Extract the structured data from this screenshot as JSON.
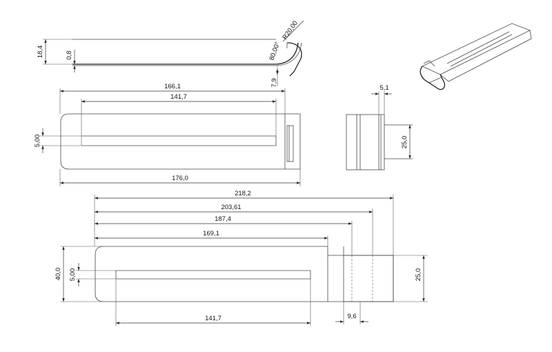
{
  "side_view": {
    "dim_height": "18,4",
    "dim_thickness": "0,8",
    "dim_angle": "80,00°",
    "dim_radius": "R20,00",
    "dim_offset": "7,9"
  },
  "top_view": {
    "dim_overall_slot": "166,1",
    "dim_slot_length": "141,7",
    "dim_slot_width": "5,00",
    "dim_overall_length": "176,0"
  },
  "end_view": {
    "dim_flange": "5,1",
    "dim_height": "25,0"
  },
  "flat_pattern": {
    "dim_total": "218,2",
    "dim_bend2": "203,61",
    "dim_bend1": "187,4",
    "dim_slot_end": "169,1",
    "dim_width": "40,0",
    "dim_slot_width": "5,00",
    "dim_tab_height": "25,0",
    "dim_tab_offset": "9,6",
    "dim_slot_length": "141,7"
  }
}
